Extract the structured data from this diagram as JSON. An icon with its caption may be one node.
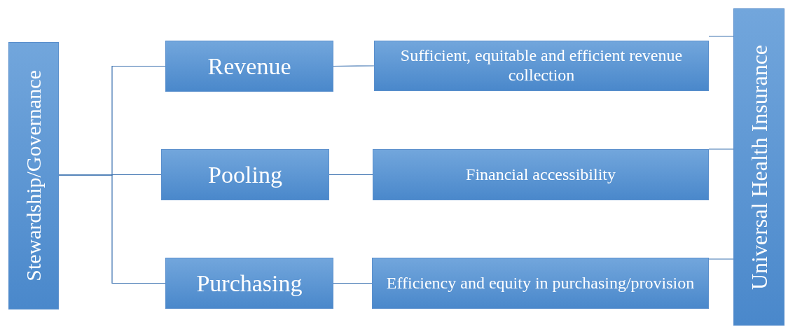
{
  "diagram": {
    "nodes": [
      {
        "text": [
          "Stewardship/Governance"
        ]
      },
      {
        "text": [
          "Revenue"
        ]
      },
      {
        "text": [
          "Pooling"
        ]
      },
      {
        "text": [
          "Purchasing"
        ]
      },
      {
        "text": [
          "Sufficient, equitable and efficient revenue collection"
        ]
      },
      {
        "text": [
          "Financial accessibility"
        ]
      },
      {
        "text": [
          "Efficiency and equity in purchasing/provision"
        ]
      },
      {
        "text": [
          "Universal Health Insurance"
        ]
      }
    ],
    "edges": [
      {
        "from": 0,
        "to": 1,
        "arrow": "none"
      },
      {
        "from": 0,
        "to": 2,
        "arrow": "none"
      },
      {
        "from": 0,
        "to": 3,
        "arrow": "none"
      },
      {
        "from": 1,
        "to": 4,
        "arrow": "none"
      },
      {
        "from": 2,
        "to": 5,
        "arrow": "none"
      },
      {
        "from": 3,
        "to": 6,
        "arrow": "none"
      },
      {
        "from": 4,
        "to": 7,
        "arrow": "none"
      },
      {
        "from": 5,
        "to": 7,
        "arrow": "none"
      },
      {
        "from": 6,
        "to": 7,
        "arrow": "none"
      }
    ]
  }
}
